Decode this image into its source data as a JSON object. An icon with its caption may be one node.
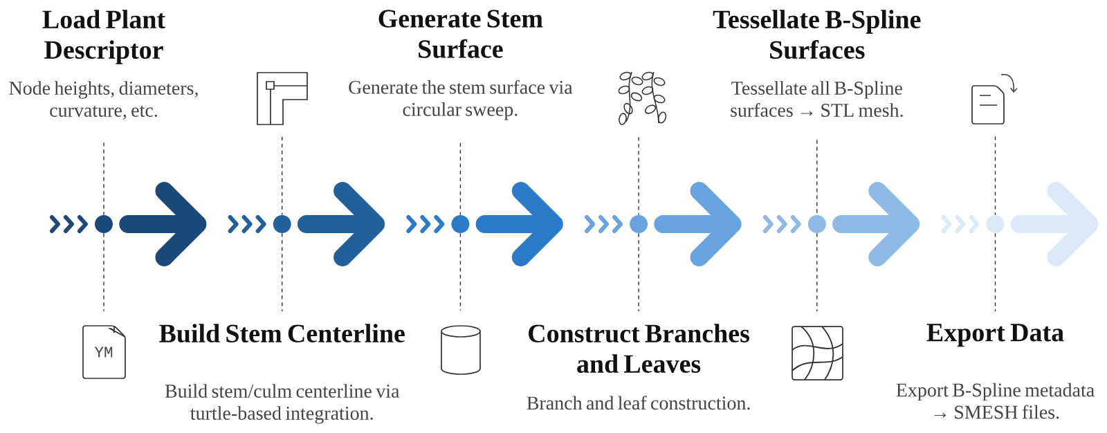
{
  "diagram": {
    "nodes": [
      {
        "text": [
          "Load Plant Descriptor",
          "Node heights, diameters, curvature, etc."
        ]
      },
      {
        "text": [
          "Build Stem Centerline",
          "Build stem/culm centerline via turtle-based integration."
        ]
      },
      {
        "text": [
          "Generate Stem Surface",
          "Generate the stem surface via circular sweep."
        ]
      },
      {
        "text": [
          "Construct Branches and Leaves",
          "Branch and leaf construction."
        ]
      },
      {
        "text": [
          "Tessellate B-Spline Surfaces",
          "Tessellate all B-Spline surfaces → STL mesh."
        ]
      },
      {
        "text": [
          "Export Data",
          "Export B-Spline metadata → SMESH files."
        ]
      },
      {
        "text": [],
        "shape": "circle"
      },
      {
        "text": [],
        "shape": "circle"
      },
      {
        "text": [],
        "shape": "circle"
      },
      {
        "text": [],
        "shape": "circle"
      },
      {
        "text": [],
        "shape": "circle"
      },
      {
        "text": [],
        "shape": "circle"
      },
      {
        "text": [
          "YM"
        ]
      },
      {
        "text": [],
        "shape": "picture"
      },
      {
        "text": [],
        "shape": "picture"
      },
      {
        "text": [],
        "shape": "picture"
      },
      {
        "text": [],
        "shape": "box"
      },
      {
        "text": [],
        "shape": "picture"
      }
    ],
    "edges": [
      {
        "from": 6,
        "to": 7,
        "arrow": "to",
        "style": "thick",
        "color": "#1b4a7a"
      },
      {
        "from": 7,
        "to": 8,
        "arrow": "to",
        "style": "thick",
        "color": "#22609b"
      },
      {
        "from": 8,
        "to": 9,
        "arrow": "to",
        "style": "thick",
        "color": "#2c7bcb"
      },
      {
        "from": 9,
        "to": 10,
        "arrow": "to",
        "style": "thick",
        "color": "#67a3de"
      },
      {
        "from": 10,
        "to": 11,
        "arrow": "to",
        "style": "thick",
        "color": "#8ebae5"
      },
      {
        "from": 11,
        "to": null,
        "arrow": "to",
        "style": "thick",
        "color": "#dce9f6"
      },
      {
        "from": 0,
        "to": 6,
        "arrow": "none",
        "style": "dashed"
      },
      {
        "from": 6,
        "to": 12,
        "arrow": "none",
        "style": "dashed"
      },
      {
        "from": 13,
        "to": 7,
        "arrow": "none",
        "style": "dashed"
      },
      {
        "from": 7,
        "to": 1,
        "arrow": "none",
        "style": "dashed"
      },
      {
        "from": 2,
        "to": 8,
        "arrow": "none",
        "style": "dashed"
      },
      {
        "from": 8,
        "to": 14,
        "arrow": "none",
        "style": "dashed"
      },
      {
        "from": 15,
        "to": 9,
        "arrow": "none",
        "style": "dashed"
      },
      {
        "from": 9,
        "to": 3,
        "arrow": "none",
        "style": "dashed"
      },
      {
        "from": 4,
        "to": 10,
        "arrow": "none",
        "style": "dashed"
      },
      {
        "from": 10,
        "to": 16,
        "arrow": "none",
        "style": "dashed"
      },
      {
        "from": 17,
        "to": 11,
        "arrow": "none",
        "style": "dashed"
      },
      {
        "from": 11,
        "to": 5,
        "arrow": "none",
        "style": "dashed"
      }
    ]
  }
}
